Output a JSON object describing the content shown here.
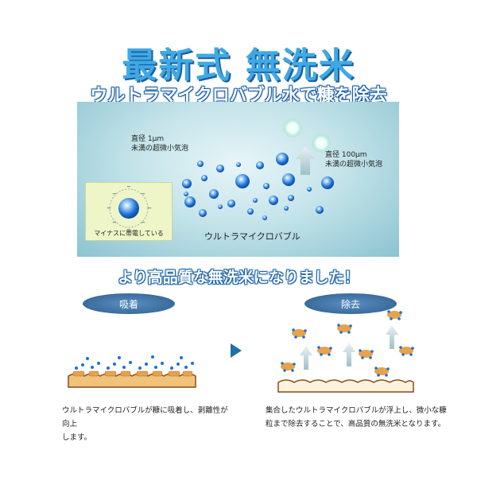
{
  "header": {
    "title": "最新式 無洗米",
    "subtitle": "ウルトラマイクロバブル水で糠を除去"
  },
  "diagram": {
    "label_small_line1": "直径 1μm",
    "label_small_line2": "未満の超微小気泡",
    "label_large_line1": "直径 100μm",
    "label_large_line2": "未満の超微小気泡",
    "center_label": "ウルトラマイクロバブル",
    "inset_caption": "マイナスに帯電している"
  },
  "band": {
    "text": "より高品質な無洗米になりました！"
  },
  "steps": [
    {
      "label": "吸着",
      "description_line1": "ウルトラマイクロバブルが糠に吸着し、剥離性が向上",
      "description_line2": "します。"
    },
    {
      "label": "除去",
      "description_line1": "集合したウルトラマイクロバブルが浮上し、微小な糠",
      "description_line2": "粒まで除去することで、高品質の無洗米となります。"
    }
  ],
  "colors": {
    "title": "#3fa9e6",
    "title_shadow": "#1b5f9a",
    "bubble": "#1f6fd0",
    "pill": "#2b5d8e",
    "bran": "#e6a34d",
    "arrow": "#1f6fa8"
  }
}
